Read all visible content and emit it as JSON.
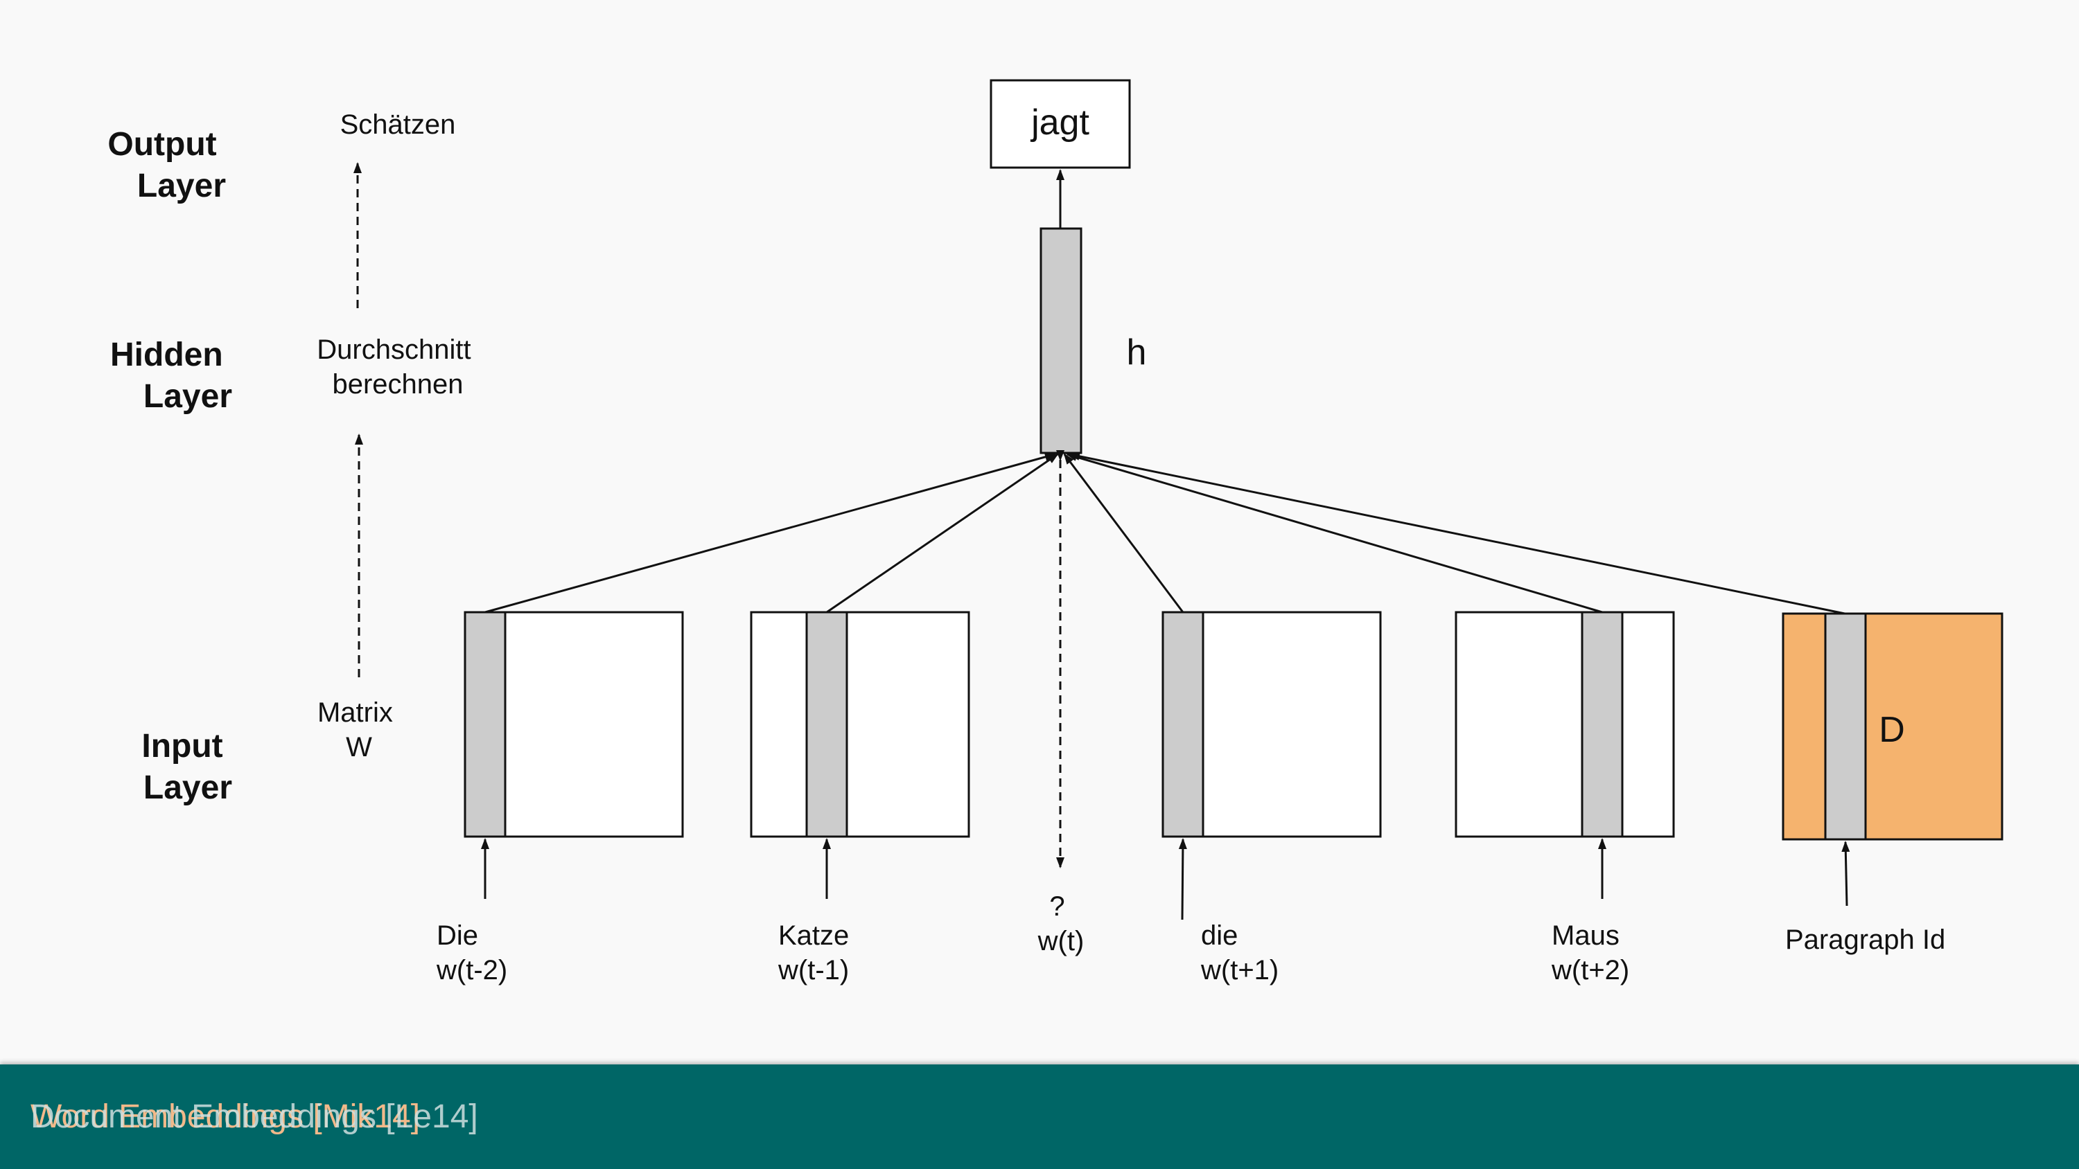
{
  "layers": {
    "output": [
      "Output",
      "Layer"
    ],
    "hidden": [
      "Hidden",
      "Layer"
    ],
    "input": [
      "Input",
      "Layer"
    ]
  },
  "notes": {
    "estimate": "Schätzen",
    "average": [
      "Durchschnitt",
      "berechnen"
    ],
    "matrix": [
      "Matrix",
      "W"
    ]
  },
  "output_word": "jagt",
  "hidden_label": "h",
  "doc_matrix_label": "D",
  "inputs": {
    "w_tm2": [
      "Die",
      "w(t-2)"
    ],
    "w_tm1": [
      "Katze",
      "w(t-1)"
    ],
    "w_t": [
      "?",
      "w(t)"
    ],
    "w_tp1": [
      "die",
      "w(t+1)"
    ],
    "w_tp2": [
      "Maus",
      "w(t+2)"
    ],
    "paragraph": "Paragraph Id"
  },
  "colors": {
    "paragraph_matrix": "#f5b36e",
    "column": "#cccccc",
    "footer": "#006666"
  },
  "footer": {
    "text_a": "Word Embeddings [Mik14]",
    "text_b": "Document Embeddings [Le14]"
  }
}
